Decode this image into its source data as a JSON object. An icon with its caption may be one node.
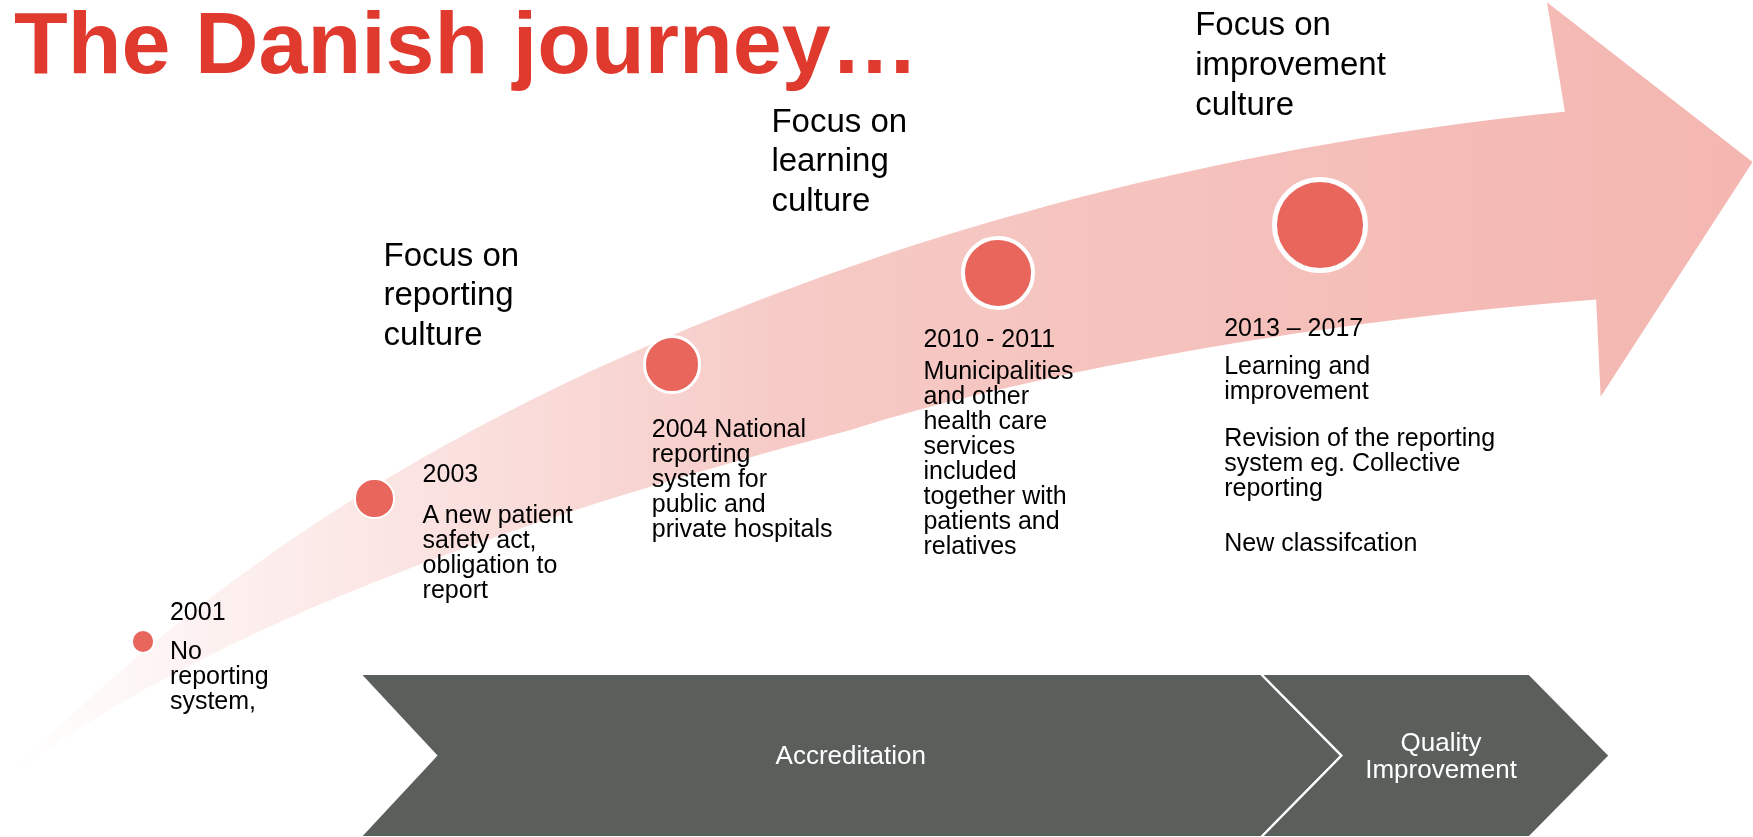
{
  "diagram": {
    "title": "The Danish journey…",
    "nodes": [
      {
        "text": [],
        "shape": "circle",
        "beside": [
          "2001",
          "No reporting system,"
        ]
      },
      {
        "text": [],
        "shape": "circle",
        "beside": [
          "2003",
          "A new patient safety act, obligation to report"
        ]
      },
      {
        "text": [],
        "shape": "circle",
        "beside": [
          "2004 National reporting system for public and private hospitals"
        ]
      },
      {
        "text": [],
        "shape": "circle",
        "beside": [
          "2010 - 2011",
          "Municipalities and other health care services included together with patients and relatives"
        ]
      },
      {
        "text": [],
        "shape": "circle",
        "beside": [
          "2013 – 2017",
          "Learning and improvement",
          "Revision of the reporting system eg. Collective reporting",
          "New classifcation"
        ]
      },
      {
        "text": [
          "Accreditation"
        ]
      },
      {
        "text": [
          "Quality Improvement"
        ]
      }
    ],
    "labels": [
      "Focus on reporting culture",
      "Focus on learning culture",
      "Focus on improvement culture"
    ]
  }
}
